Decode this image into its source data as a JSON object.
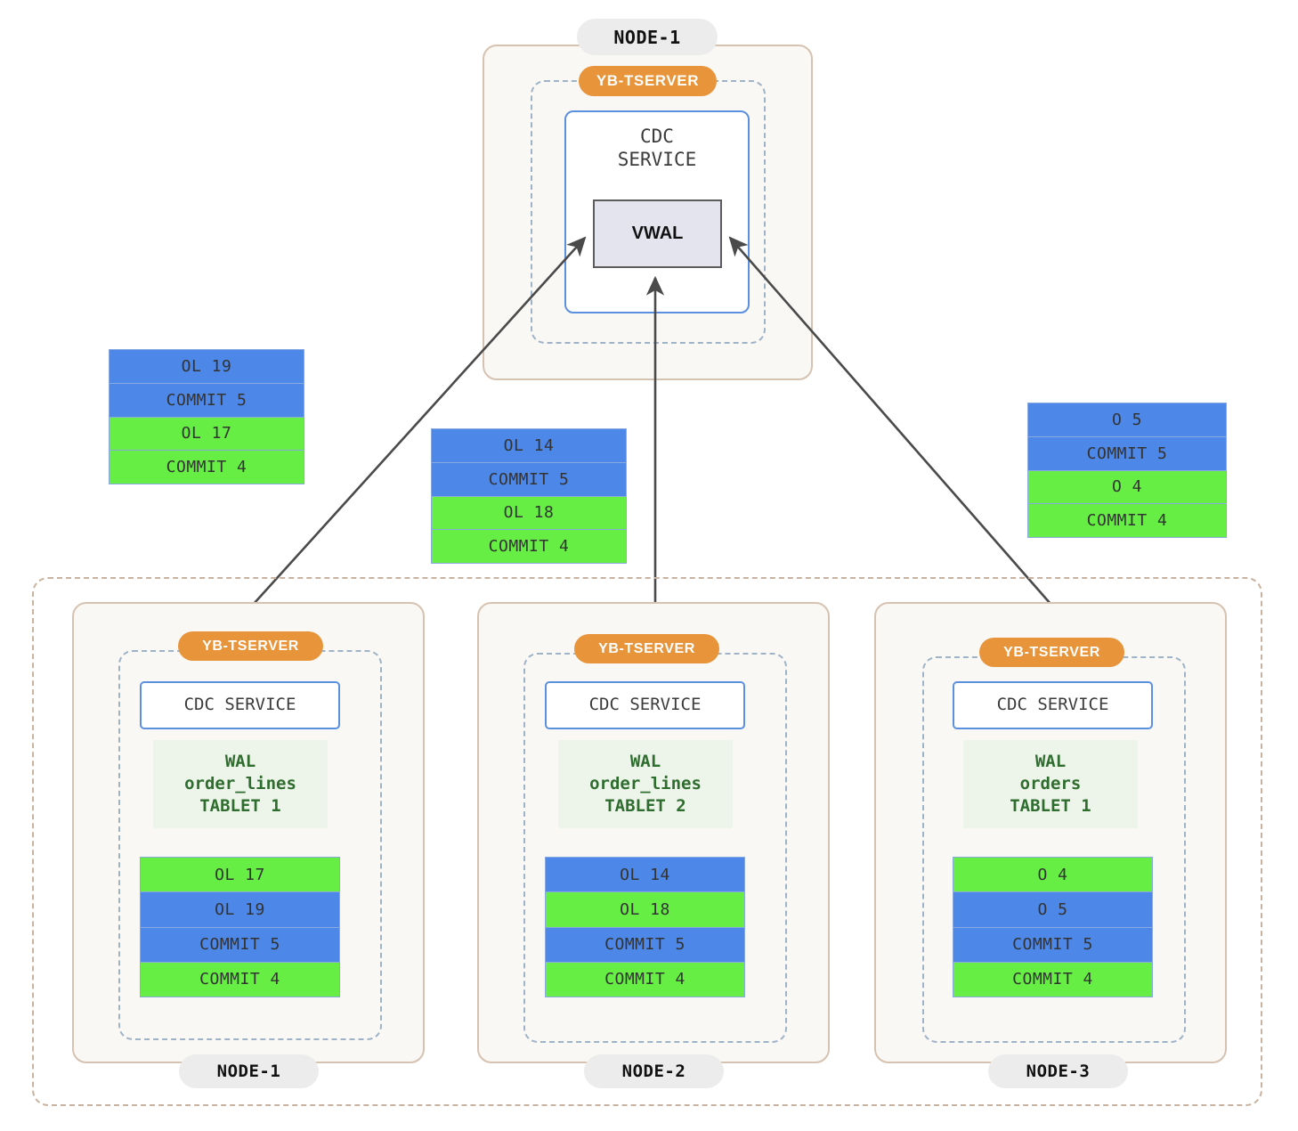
{
  "top_node": {
    "label": "NODE-1",
    "tserver_label": "YB-TSERVER",
    "cdc_label": "CDC\nSERVICE",
    "vwal_label": "VWAL"
  },
  "floating_stacks": [
    {
      "name": "left-stack",
      "rows": [
        {
          "text": "OL 19",
          "color": "blue"
        },
        {
          "text": "COMMIT 5",
          "color": "blue"
        },
        {
          "text": "OL 17",
          "color": "green"
        },
        {
          "text": "COMMIT 4",
          "color": "green"
        }
      ]
    },
    {
      "name": "middle-stack",
      "rows": [
        {
          "text": "OL 14",
          "color": "blue"
        },
        {
          "text": "COMMIT 5",
          "color": "blue"
        },
        {
          "text": "OL 18",
          "color": "green"
        },
        {
          "text": "COMMIT 4",
          "color": "green"
        }
      ]
    },
    {
      "name": "right-stack",
      "rows": [
        {
          "text": "O 5",
          "color": "blue"
        },
        {
          "text": "COMMIT 5",
          "color": "blue"
        },
        {
          "text": "O 4",
          "color": "green"
        },
        {
          "text": "COMMIT 4",
          "color": "green"
        }
      ]
    }
  ],
  "cluster_nodes": [
    {
      "label": "NODE-1",
      "tserver_label": "YB-TSERVER",
      "cdc_label": "CDC SERVICE",
      "wal_label": "WAL\norder_lines\nTABLET 1",
      "rows": [
        {
          "text": "OL 17",
          "color": "green"
        },
        {
          "text": "OL 19",
          "color": "blue"
        },
        {
          "text": "COMMIT 5",
          "color": "blue"
        },
        {
          "text": "COMMIT 4",
          "color": "green"
        }
      ]
    },
    {
      "label": "NODE-2",
      "tserver_label": "YB-TSERVER",
      "cdc_label": "CDC SERVICE",
      "wal_label": "WAL\norder_lines\nTABLET 2",
      "rows": [
        {
          "text": "OL 14",
          "color": "blue"
        },
        {
          "text": "OL 18",
          "color": "green"
        },
        {
          "text": "COMMIT 5",
          "color": "blue"
        },
        {
          "text": "COMMIT 4",
          "color": "green"
        }
      ]
    },
    {
      "label": "NODE-3",
      "tserver_label": "YB-TSERVER",
      "cdc_label": "CDC SERVICE",
      "wal_label": "WAL\norders\nTABLET 1",
      "rows": [
        {
          "text": "O 4",
          "color": "green"
        },
        {
          "text": "O 5",
          "color": "blue"
        },
        {
          "text": "COMMIT 5",
          "color": "blue"
        },
        {
          "text": "COMMIT 4",
          "color": "green"
        }
      ]
    }
  ],
  "colors": {
    "record_blue": "#4d87e8",
    "record_green": "#66ee44",
    "tserver_orange": "#e8943a",
    "node_border": "#d6c2b0",
    "node_fill": "#faf8f5",
    "cdc_border": "#5b8fe0",
    "wal_fill": "#edf4ea",
    "wal_text": "#2f6d2f",
    "vwal_fill": "#e4e4ef",
    "arrow": "#4a4a4a"
  }
}
